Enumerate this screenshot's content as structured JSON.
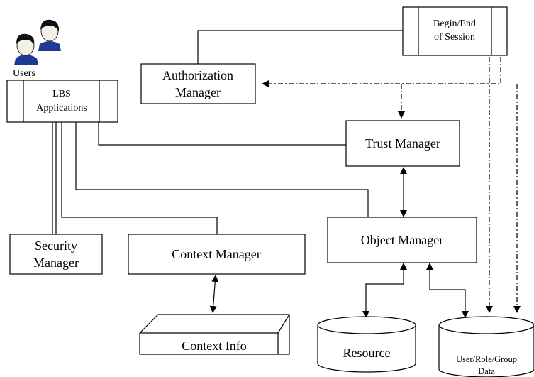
{
  "diagram": {
    "users": {
      "label": "Users",
      "icon": "users-icon"
    },
    "lbs": {
      "line1": "LBS",
      "line2": "Applications"
    },
    "session": {
      "line1": "Begin/End",
      "line2": "of Session"
    },
    "auth": {
      "line1": "Authorization",
      "line2": "Manager"
    },
    "trust": {
      "label": "Trust Manager"
    },
    "object": {
      "label": "Object Manager"
    },
    "security": {
      "line1": "Security",
      "line2": "Manager"
    },
    "context_manager": {
      "label": "Context Manager"
    },
    "context_info": {
      "label": "Context Info"
    },
    "resource": {
      "label": "Resource"
    },
    "user_data": {
      "line1": "User/Role/Group",
      "line2": "Data"
    }
  },
  "colors": {
    "line": "#000000",
    "background": "#ffffff",
    "user_skin": "#f4f0e6",
    "user_hair": "#111111",
    "user_shirt": "#1f3a93"
  }
}
